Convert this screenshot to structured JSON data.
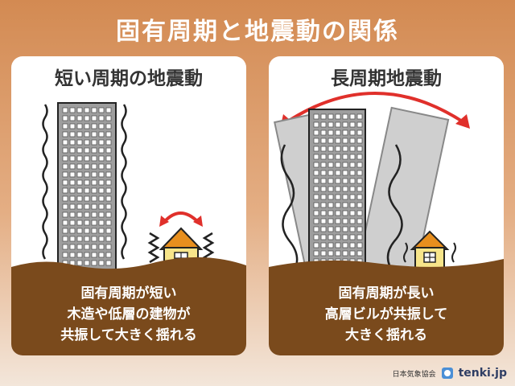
{
  "title": "固有周期と地震動の関係",
  "left_panel": {
    "heading": "短い周期の地震動",
    "caption_lines": [
      "固有周期が短い",
      "木造や低層の建物が",
      "共振して大きく揺れる"
    ]
  },
  "right_panel": {
    "heading": "長周期地震動",
    "caption_lines": [
      "固有周期が長い",
      "高層ビルが共振して",
      "大きく揺れる"
    ]
  },
  "footer": {
    "org": "日本気象協会",
    "brand": "tenki.jp"
  },
  "colors": {
    "ground": "#7a4a1c",
    "building_gray": "#9e9e9e",
    "house_yellow": "#f7e58a",
    "roof_orange": "#e88f1e",
    "arrow_red": "#e0302b",
    "accent": "#d38a52"
  }
}
